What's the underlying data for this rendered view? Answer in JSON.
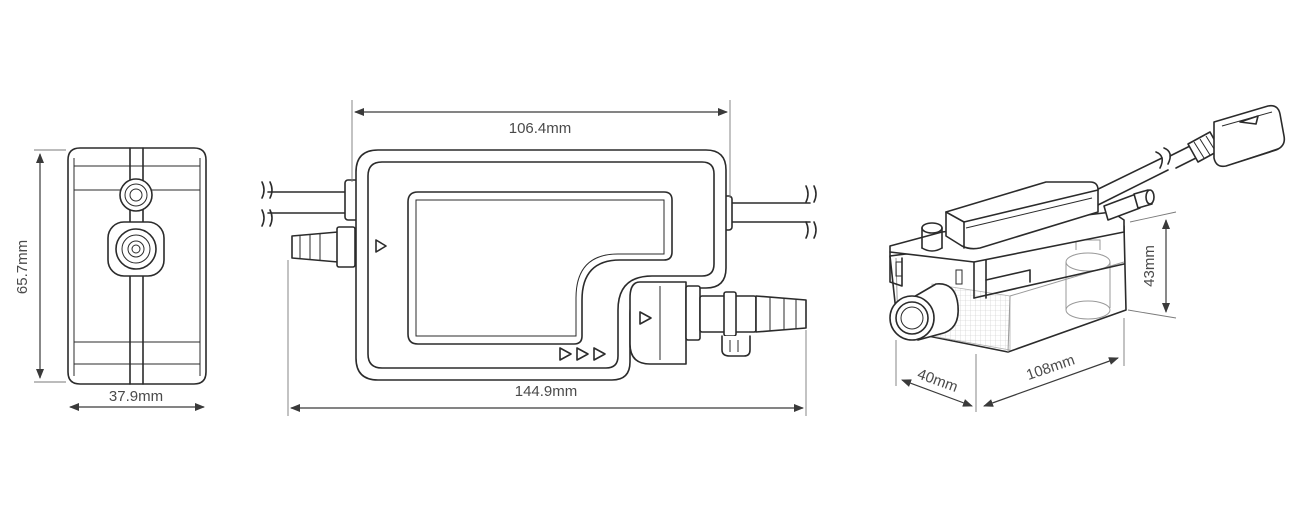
{
  "dimensions": {
    "side_height": "65.7mm",
    "side_width": "37.9mm",
    "front_body_width": "106.4mm",
    "front_total_width": "144.9mm",
    "iso_height": "43mm",
    "iso_depth": "40mm",
    "iso_length": "108mm"
  },
  "colors": {
    "line": "#2b2b2b",
    "text": "#4a4a4a",
    "background": "#ffffff"
  }
}
